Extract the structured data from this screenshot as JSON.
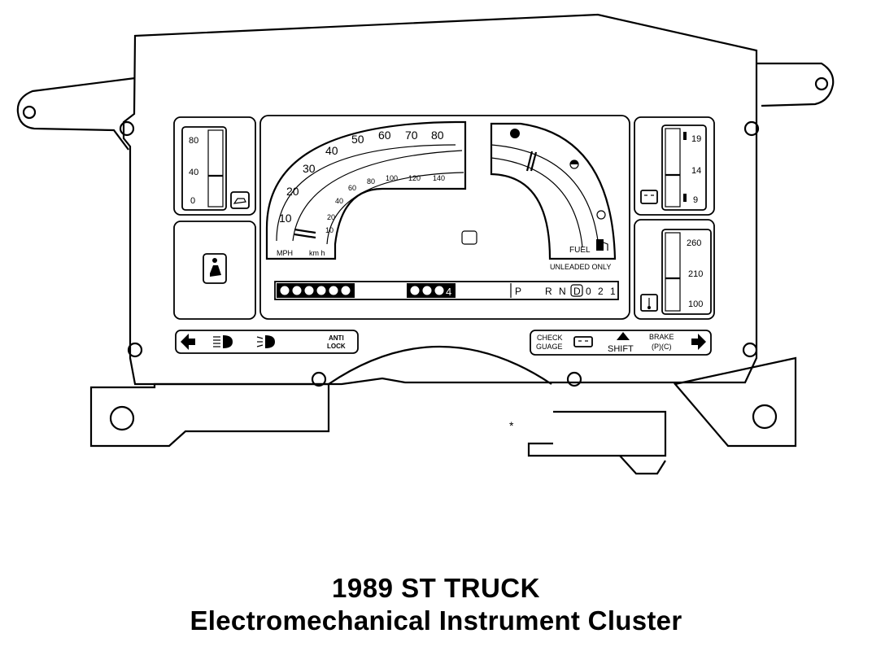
{
  "title": {
    "line1": "1989 ST TRUCK",
    "line2": "Electromechanical Instrument Cluster"
  },
  "oil_gauge": {
    "ticks": [
      "80",
      "40",
      "0"
    ]
  },
  "speedometer": {
    "mph_ticks": [
      "10",
      "20",
      "30",
      "40",
      "50",
      "60",
      "70",
      "80"
    ],
    "kmh_ticks": [
      "10",
      "20",
      "40",
      "60",
      "80",
      "100",
      "120",
      "140"
    ],
    "unit_mph": "MPH",
    "unit_kmh": "km h"
  },
  "fuel_gauge": {
    "label": "FUEL",
    "note": "UNLEADED ONLY"
  },
  "volts_gauge": {
    "ticks": [
      "19",
      "14",
      "9"
    ]
  },
  "temp_gauge": {
    "ticks": [
      "260",
      "210",
      "100"
    ]
  },
  "odometer": {
    "trip_last": "4"
  },
  "prndl": {
    "p": "P",
    "r": "R",
    "n": "N",
    "d": "D",
    "two": "2",
    "one": "1",
    "zero": "0"
  },
  "indicators": {
    "anti_lock": [
      "ANTI",
      "LOCK"
    ],
    "check_gauge": [
      "CHECK",
      "GUAGE"
    ],
    "shift": "SHIFT",
    "brake": [
      "BRAKE",
      "(P)(C)"
    ]
  },
  "footnote_mark": "*"
}
